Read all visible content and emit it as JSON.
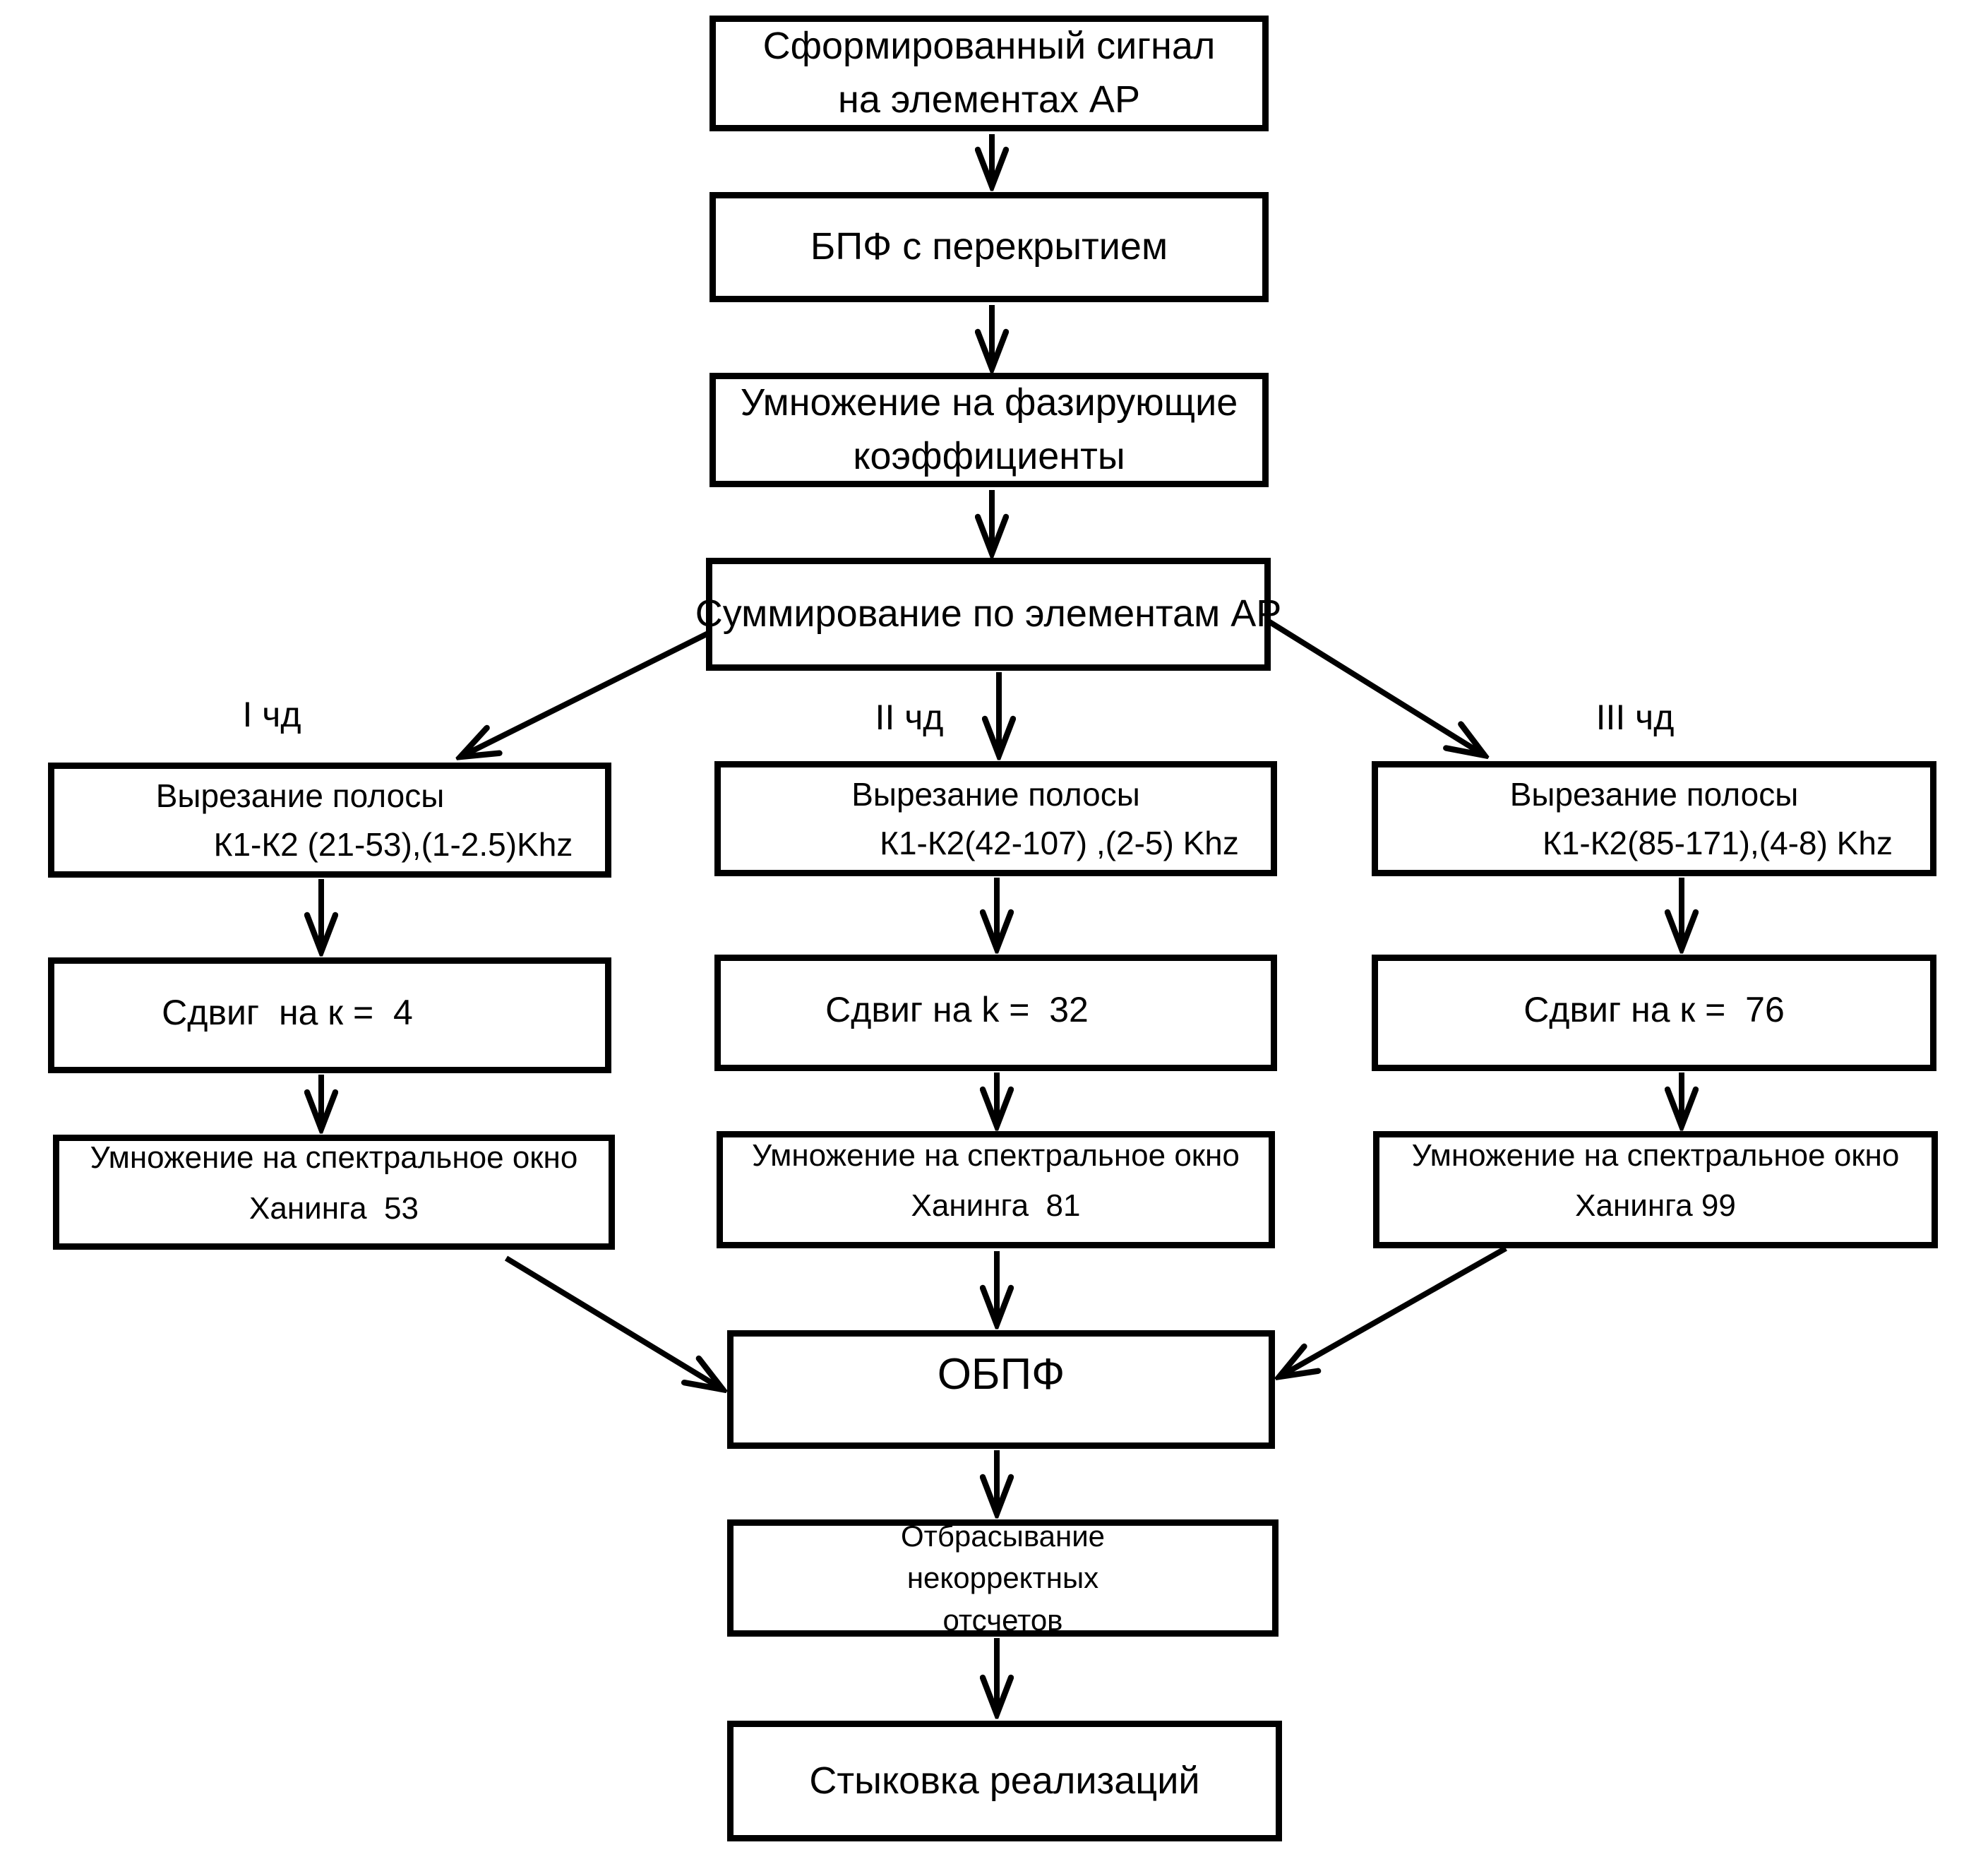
{
  "flow": {
    "signal": {
      "lines": [
        "Сформированный сигнал",
        "на элементах АР"
      ]
    },
    "fft": {
      "lines": [
        "БПФ с перекрытием"
      ]
    },
    "phase": {
      "lines": [
        "Умножение на фазирующие",
        "коэффициенты"
      ]
    },
    "sum": {
      "lines": [
        "Суммирование по элементам АР"
      ]
    },
    "branches": [
      {
        "label": "I чд",
        "cut": [
          "Вырезание полосы",
          "К1-К2 (21-53),(1-2.5)Khz"
        ],
        "shift": "Сдвиг  на к =  4",
        "window": [
          "Умножение на спектральное окно",
          "Ханинга  53"
        ]
      },
      {
        "label": "II чд",
        "cut": [
          "Вырезание полосы",
          "К1-К2(42-107) ,(2-5) Khz"
        ],
        "shift": "Сдвиг на k =  32",
        "window": [
          "Умножение на спектральное окно",
          "Ханинга  81"
        ]
      },
      {
        "label": "III чд",
        "cut": [
          "Вырезание полосы",
          "К1-К2(85-171),(4-8) Khz"
        ],
        "shift": "Сдвиг на к =  76",
        "window": [
          "Умножение на спектральное окно",
          "Ханинга 99"
        ]
      }
    ],
    "ifft": {
      "lines": [
        "ОБПФ"
      ]
    },
    "discard": {
      "lines": [
        "Отбрасывание",
        "некорректных",
        "отсчетов"
      ]
    },
    "join": {
      "lines": [
        "Стыковка реализаций"
      ]
    }
  },
  "colors": {
    "ink": "#000000",
    "paper": "#ffffff"
  }
}
